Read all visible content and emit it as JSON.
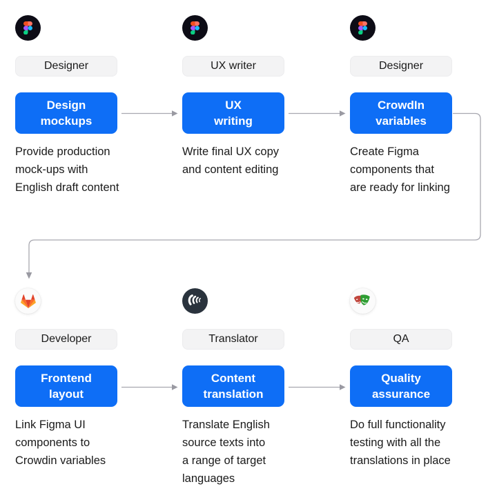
{
  "colors": {
    "accent_blue": "#0e6ef6",
    "pill_background": "#f3f3f4",
    "arrow_gray": "#a7a7af",
    "text_dark": "#1a1a1a",
    "figma_circle": "#0d0c16",
    "crowdin_circle": "#2a333d",
    "page_background": "#ffffff"
  },
  "steps": [
    {
      "icon": "figma-icon",
      "role": "Designer",
      "action": "Design\nmockups",
      "description": "Provide production\nmock-ups with\nEnglish draft content"
    },
    {
      "icon": "figma-icon",
      "role": "UX writer",
      "action": "UX\nwriting",
      "description": "Write final UX copy\nand content editing"
    },
    {
      "icon": "figma-icon",
      "role": "Designer",
      "action": "CrowdIn\nvariables",
      "description": "Create Figma\ncomponents that\nare ready for linking"
    },
    {
      "icon": "gitlab-icon",
      "role": "Developer",
      "action": "Frontend\nlayout",
      "description": "Link Figma UI\ncomponents to\nCrowdin variables"
    },
    {
      "icon": "crowdin-icon",
      "role": "Translator",
      "action": "Content\ntranslation",
      "description": "Translate English\nsource texts into\na range of target\nlanguages"
    },
    {
      "icon": "playwright-icon",
      "role": "QA",
      "action": "Quality\nassurance",
      "description": "Do full functionality\ntesting with all the\ntranslations in place"
    }
  ]
}
